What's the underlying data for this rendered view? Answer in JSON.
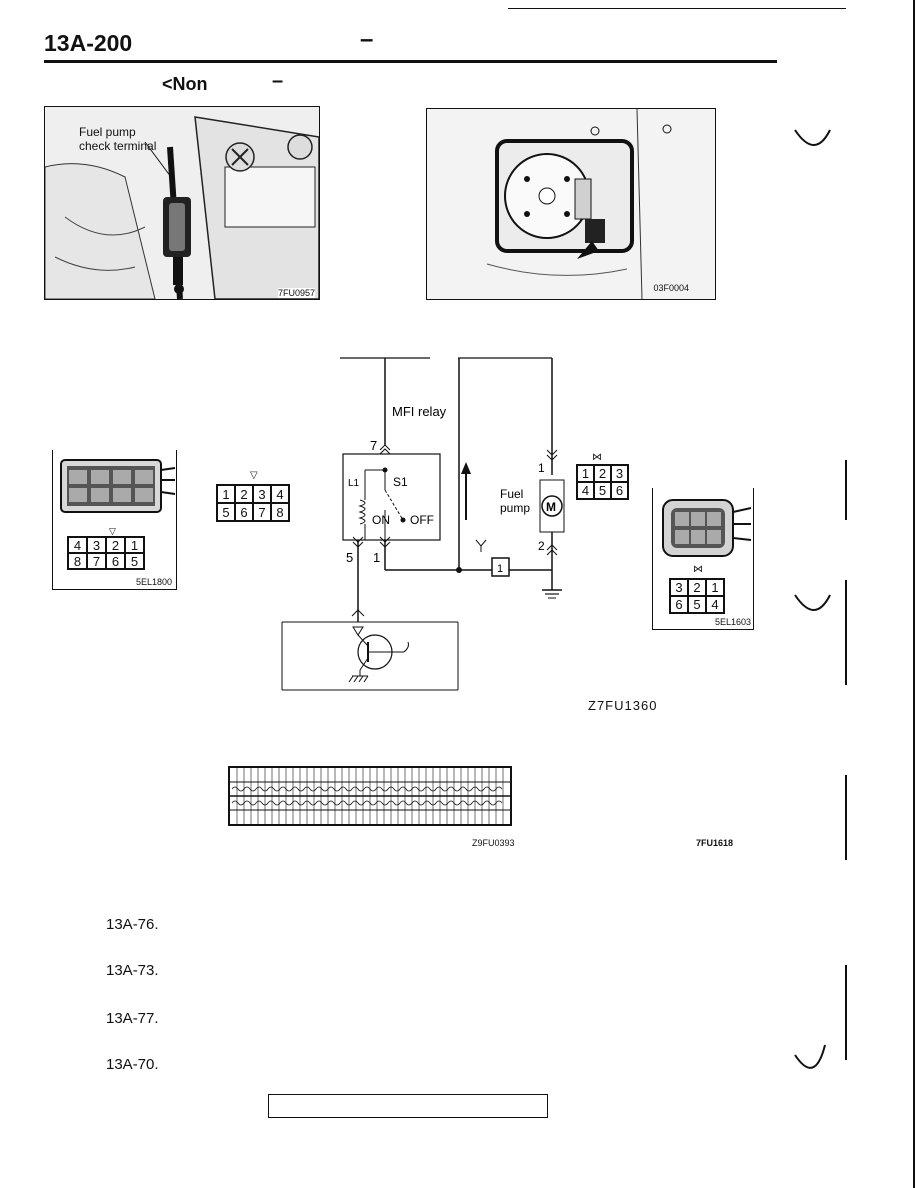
{
  "header": {
    "page_code": "13A-200",
    "dash": "–",
    "subtitle": "<Non",
    "subtitle_dash": "–"
  },
  "figures": {
    "fig1": {
      "label_line1": "Fuel pump",
      "label_line2": "check terminal",
      "code": "7FU0957"
    },
    "fig2": {
      "code": "03F0004"
    },
    "circuit": {
      "relay_label": "MFI relay",
      "pin_7": "7",
      "pin_5": "5",
      "pin_1": "1",
      "coil_label": "L1",
      "switch_label": "S1",
      "on_label": "ON",
      "off_label": "OFF",
      "pump_label_line1": "Fuel",
      "pump_label_line2": "pump",
      "pump_symbol": "M",
      "pump_pin_1": "1",
      "pump_pin_2": "2",
      "check_conn_pin": "1",
      "code": "Z7FU1360"
    },
    "conn_left": {
      "rows": [
        [
          "4",
          "3",
          "2",
          "1"
        ],
        [
          "8",
          "7",
          "6",
          "5"
        ]
      ],
      "code": "5EL1800"
    },
    "conn_relay": {
      "rows": [
        [
          "1",
          "2",
          "3",
          "4"
        ],
        [
          "5",
          "6",
          "7",
          "8"
        ]
      ]
    },
    "conn_pump": {
      "rows": [
        [
          "1",
          "2",
          "3"
        ],
        [
          "4",
          "5",
          "6"
        ]
      ]
    },
    "conn_right": {
      "rows": [
        [
          "3",
          "2",
          "1"
        ],
        [
          "6",
          "5",
          "4"
        ]
      ],
      "code": "5EL1603"
    },
    "ecu_connector": {
      "code": "Z9FU0393"
    },
    "fig_right_code": "7FU1618"
  },
  "references": [
    "13A-76.",
    "13A-73.",
    "13A-77.",
    "13A-70."
  ],
  "footer_box": ""
}
